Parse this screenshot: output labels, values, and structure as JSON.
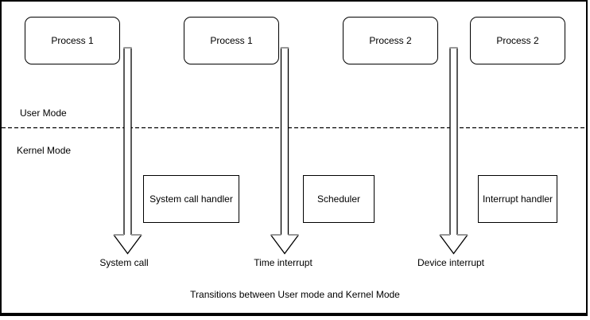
{
  "diagram": {
    "caption": "Transitions between User mode and Kernel Mode",
    "modes": {
      "user": "User Mode",
      "kernel": "Kernel Mode"
    },
    "process_boxes": [
      {
        "label": "Process 1"
      },
      {
        "label": "Process 1"
      },
      {
        "label": "Process 2"
      },
      {
        "label": "Process 2"
      }
    ],
    "handler_boxes": [
      {
        "label": "System call handler"
      },
      {
        "label": "Scheduler"
      },
      {
        "label": "Interrupt handler"
      }
    ],
    "transitions": [
      {
        "name": "system-call",
        "label": "System call"
      },
      {
        "name": "time-interrupt",
        "label": "Time interrupt"
      },
      {
        "name": "device-interrupt",
        "label": "Device interrupt"
      }
    ],
    "colors": {
      "stroke": "#000000",
      "background": "#ffffff",
      "arrow_cap": "#999999"
    }
  }
}
